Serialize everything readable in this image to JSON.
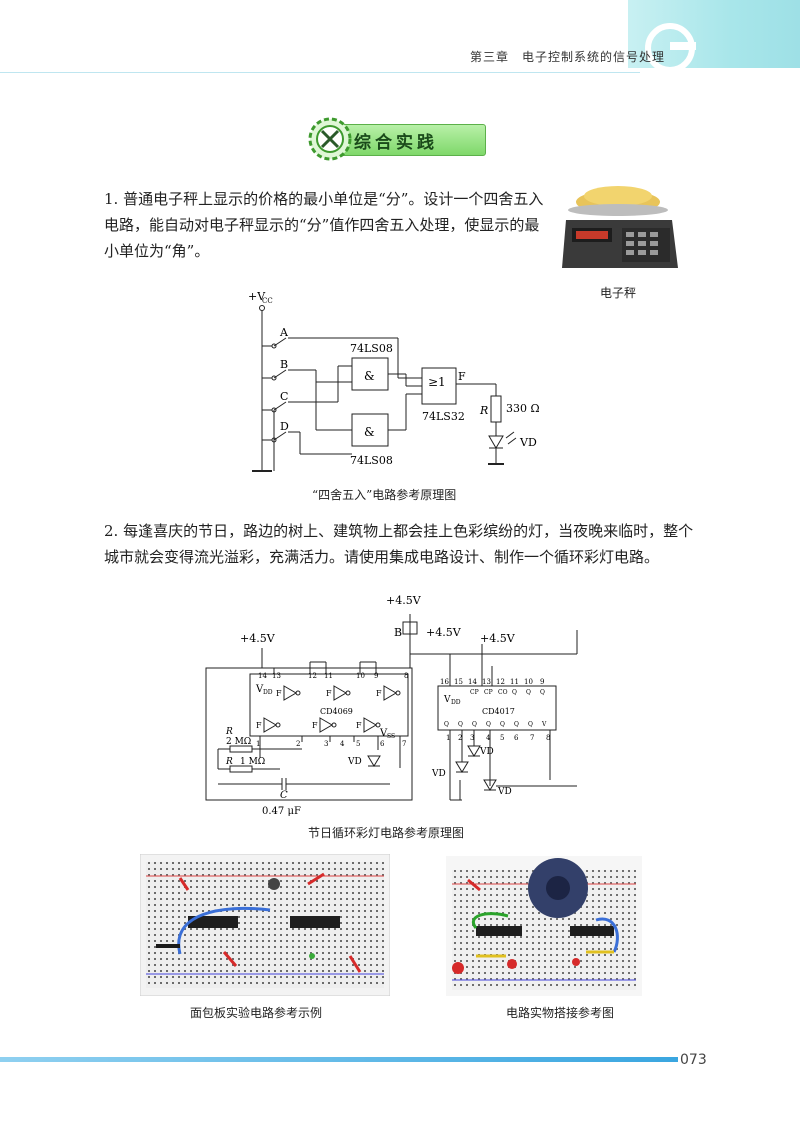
{
  "header": {
    "chapter": "第三章　电子控制系统的信号处理"
  },
  "section": {
    "title": "综合实践"
  },
  "item1": {
    "text": "1. 普通电子秤上显示的价格的最小单位是“分”。设计一个四舍五入电路，能自动对电子秤显示的“分”值作四舍五入处理，使显示的最小单位为“角”。",
    "photo_caption": "电子秤",
    "diagram_caption": "“四舍五入”电路参考原理图",
    "labels": {
      "vcc": "+V",
      "vcc_sub": "CC",
      "a": "A",
      "b": "B",
      "c": "C",
      "d": "D",
      "and_top": "74LS08",
      "and_bottom": "74LS08",
      "and_sym": "&",
      "or_sym": "≥1",
      "or_chip": "74LS32",
      "out": "F",
      "r": "R",
      "r_val": "330 Ω",
      "led": "VD"
    }
  },
  "item2": {
    "text": "2. 每逢喜庆的节日，路边的树上、建筑物上都会挂上色彩缤纷的灯，当夜晚来临时，整个城市就会变得流光溢彩，充满活力。请使用集成电路设计、制作一个循环彩灯电路。",
    "diagram_caption": "节日循环彩灯电路参考原理图",
    "labels": {
      "v45_top": "+4.5V",
      "v45_left": "+4.5V",
      "v45_mid": "+4.5V",
      "v45_right": "+4.5V",
      "buzzer": "B",
      "vdd1": "V",
      "vdd_sub": "DD",
      "vss": "V",
      "vss_sub": "SS",
      "chip1": "CD4069",
      "chip2": "CD4017",
      "f1": "F",
      "f2": "F",
      "f3": "F",
      "f4": "F",
      "f5": "F",
      "f6": "F",
      "r1": "R",
      "r1_val": "2 MΩ",
      "r2": "R",
      "r2_val": "1 MΩ",
      "cap": "C",
      "cap_val": "0.47 μF",
      "vd": "VD",
      "vd1": "VD",
      "vd2": "VD",
      "vd3": "VD",
      "pins_top_left": [
        "14",
        "13",
        "12",
        "11",
        "10",
        "9",
        "8"
      ],
      "pins_bottom_left": [
        "1",
        "2",
        "3",
        "4",
        "5",
        "6",
        "7"
      ],
      "pins_top_right": [
        "16",
        "15",
        "14",
        "13",
        "12",
        "11",
        "10",
        "9"
      ],
      "pins_bottom_right": [
        "1",
        "2",
        "3",
        "4",
        "5",
        "6",
        "7",
        "8"
      ],
      "cd4017_top_row": [
        "CP",
        "CP",
        "CO",
        "Q",
        "Q",
        "Q"
      ],
      "cd4017_bottom_row": [
        "Q",
        "Q",
        "Q",
        "Q",
        "Q",
        "Q",
        "Q",
        "V"
      ]
    }
  },
  "photos": {
    "breadboard_caption": "面包板实验电路参考示例",
    "assembled_caption": "电路实物搭接参考图"
  },
  "footer": {
    "page_number": "073"
  }
}
